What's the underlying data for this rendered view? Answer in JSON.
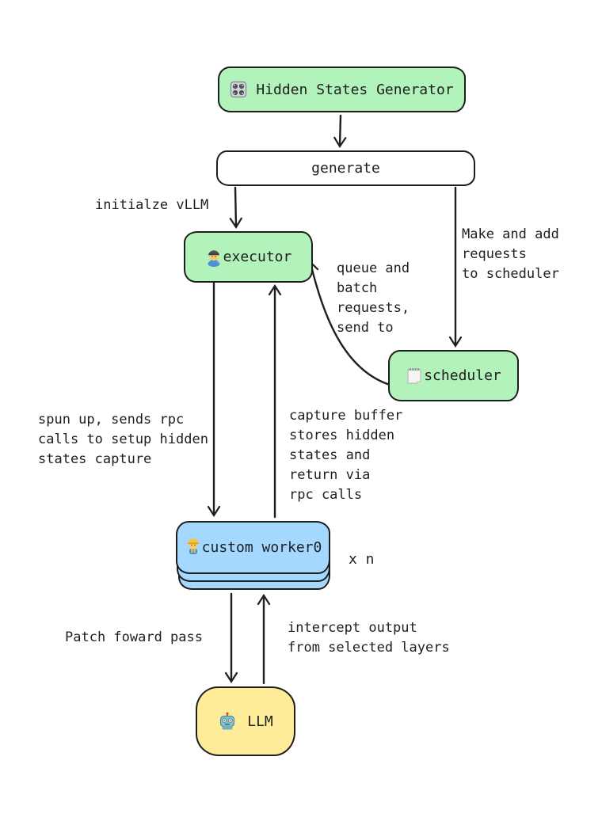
{
  "canvas": {
    "background": "#ffffff",
    "stroke_color": "#1e1e1e",
    "node_fill_green": "#b2f2bb",
    "node_fill_blue": "#a5d8ff",
    "node_fill_yellow": "#ffec99",
    "node_fill_white": "#ffffff"
  },
  "nodes": {
    "hidden_states_generator": {
      "icon": "control-knobs-icon",
      "label": "Hidden States Generator",
      "fill": "#b2f2bb"
    },
    "generate": {
      "label": "generate",
      "fill": "#ffffff"
    },
    "executor": {
      "icon": "mechanic-icon",
      "label": "executor",
      "fill": "#b2f2bb"
    },
    "scheduler": {
      "icon": "notepad-icon",
      "label": "scheduler",
      "fill": "#b2f2bb"
    },
    "custom_worker": {
      "icon": "construction-worker-icon",
      "label": "custom worker0",
      "fill": "#a5d8ff",
      "multiplier": "x n"
    },
    "llm": {
      "icon": "robot-icon",
      "label": "LLM",
      "fill": "#ffec99"
    }
  },
  "edge_labels": {
    "initialize_vllm": "initialze vLLM",
    "make_and_add": "Make and add\nrequests\nto scheduler",
    "queue_and_batch": "queue and\nbatch\nrequests,\nsend to",
    "spun_up": "spun up, sends rpc\ncalls to setup hidden\nstates capture",
    "capture_buffer": "capture buffer\nstores hidden\nstates and\nreturn via\nrpc calls",
    "patch_forward": "Patch foward pass",
    "intercept_output": "intercept output\nfrom selected layers"
  }
}
